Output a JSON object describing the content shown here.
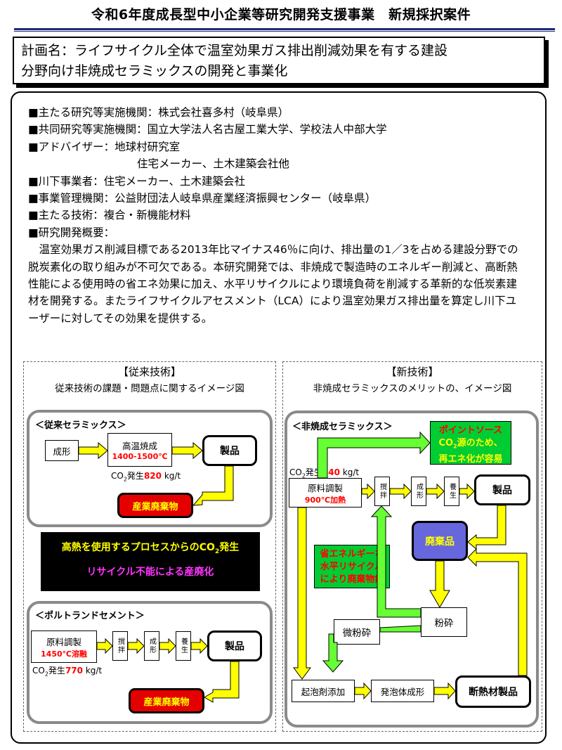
{
  "header": {
    "title": "令和6年度成長型中小企業等研究開発支援事業　新規採択案件"
  },
  "plan": {
    "line1": "計画名：ライフサイクル全体で温室効果ガス排出削減効果を有する建設",
    "line2": "分野向け非焼成セラミックスの開発と事業化"
  },
  "info": {
    "main_org": "■主たる研究等実施機関：株式会社喜多村（岐阜県）",
    "joint_org": "■共同研究等実施機関：国立大学法人名古屋工業大学、学校法人中部大学",
    "advisor": "■アドバイザー：地球村研究室",
    "advisor2": "住宅メーカー、土木建築会社他",
    "downstream": "■川下事業者：住宅メーカー、土木建築会社",
    "manager": "■事業管理機関：公益財団法人岐阜県産業経済振興センター（岐阜県）",
    "tech": "■主たる技術：複合・新機能材料",
    "overview_head": "■研究開発概要：",
    "overview": "　温室効果ガス削減目標である2013年比マイナス46％に向け、排出量の1／3を占める建設分野での脱炭素化の取り組みが不可欠である。本研究開発では、非焼成で製造時のエネルギー削減と、高断熱性能による使用時の省エネ効果に加え、水平リサイクルにより環境負荷を削減する革新的な低炭素建材を開発する。またライフサイクルアセスメント（LCA）により温室効果ガス排出量を算定し川下ユーザーに対してその効果を提供する。"
  },
  "left_panel": {
    "title": "【従来技術】",
    "subtitle": "従来技術の課題・問題点に関するイメージ図",
    "ceramics": {
      "label": "＜従来セラミックス＞",
      "forming": "成形",
      "firing": "高温焼成",
      "firing_temp": "1400-1500℃",
      "product": "製品",
      "co2_prefix": "CO",
      "co2_sub": "2",
      "co2_mid": "発生",
      "co2_value": "820",
      "co2_unit": " kg/t",
      "waste": "産業廃棄物"
    },
    "blackbox": {
      "line1_a": "高熱を使用するプロセスからのCO",
      "line1_sub": "2",
      "line1_b": "発生",
      "line2": "リサイクル不能による産廃化"
    },
    "cement": {
      "label": "＜ポルトランドセメント＞",
      "prep": "原料調製",
      "prep_temp": "1450℃溶融",
      "stir": "撹拌",
      "form": "成形",
      "cure": "養生",
      "product": "製品",
      "co2_prefix": "CO",
      "co2_sub": "2",
      "co2_mid": "発生",
      "co2_value": "770",
      "co2_unit": " kg/t",
      "waste": "産業廃棄物"
    }
  },
  "right_panel": {
    "title": "【新技術】",
    "subtitle": "非焼成セラミックスのメリットの、イメージ図",
    "label": "＜非焼成セラミックス＞",
    "point_source_1": "ポイントソース",
    "point_source_2_a": "CO",
    "point_source_2_sub": "2",
    "point_source_2_b": "源のため、",
    "point_source_3": "再エネ化が容易",
    "co2_prefix": "CO",
    "co2_sub": "2",
    "co2_mid": "発生",
    "co2_value": "540",
    "co2_unit": " kg/t",
    "prep": "原料調製",
    "prep_temp": "900℃加熱",
    "stir": "撹拌",
    "form": "成形",
    "cure": "養生",
    "product": "製品",
    "waste_item": "廃棄品",
    "recycle_1": "省エネルギーな",
    "recycle_2": "水平リサイクル",
    "recycle_3": "により廃棄物無",
    "crush": "粉砕",
    "fine_crush": "微粉砕",
    "foam_add": "起泡剤添加",
    "foam_form": "発泡体成形",
    "insulation": "断熱材製品"
  },
  "colors": {
    "arrow_yellow": "#ffff00",
    "arrow_green": "#66ff33",
    "waste_red": "#e50000",
    "accent_navy": "#1e2a7a"
  }
}
